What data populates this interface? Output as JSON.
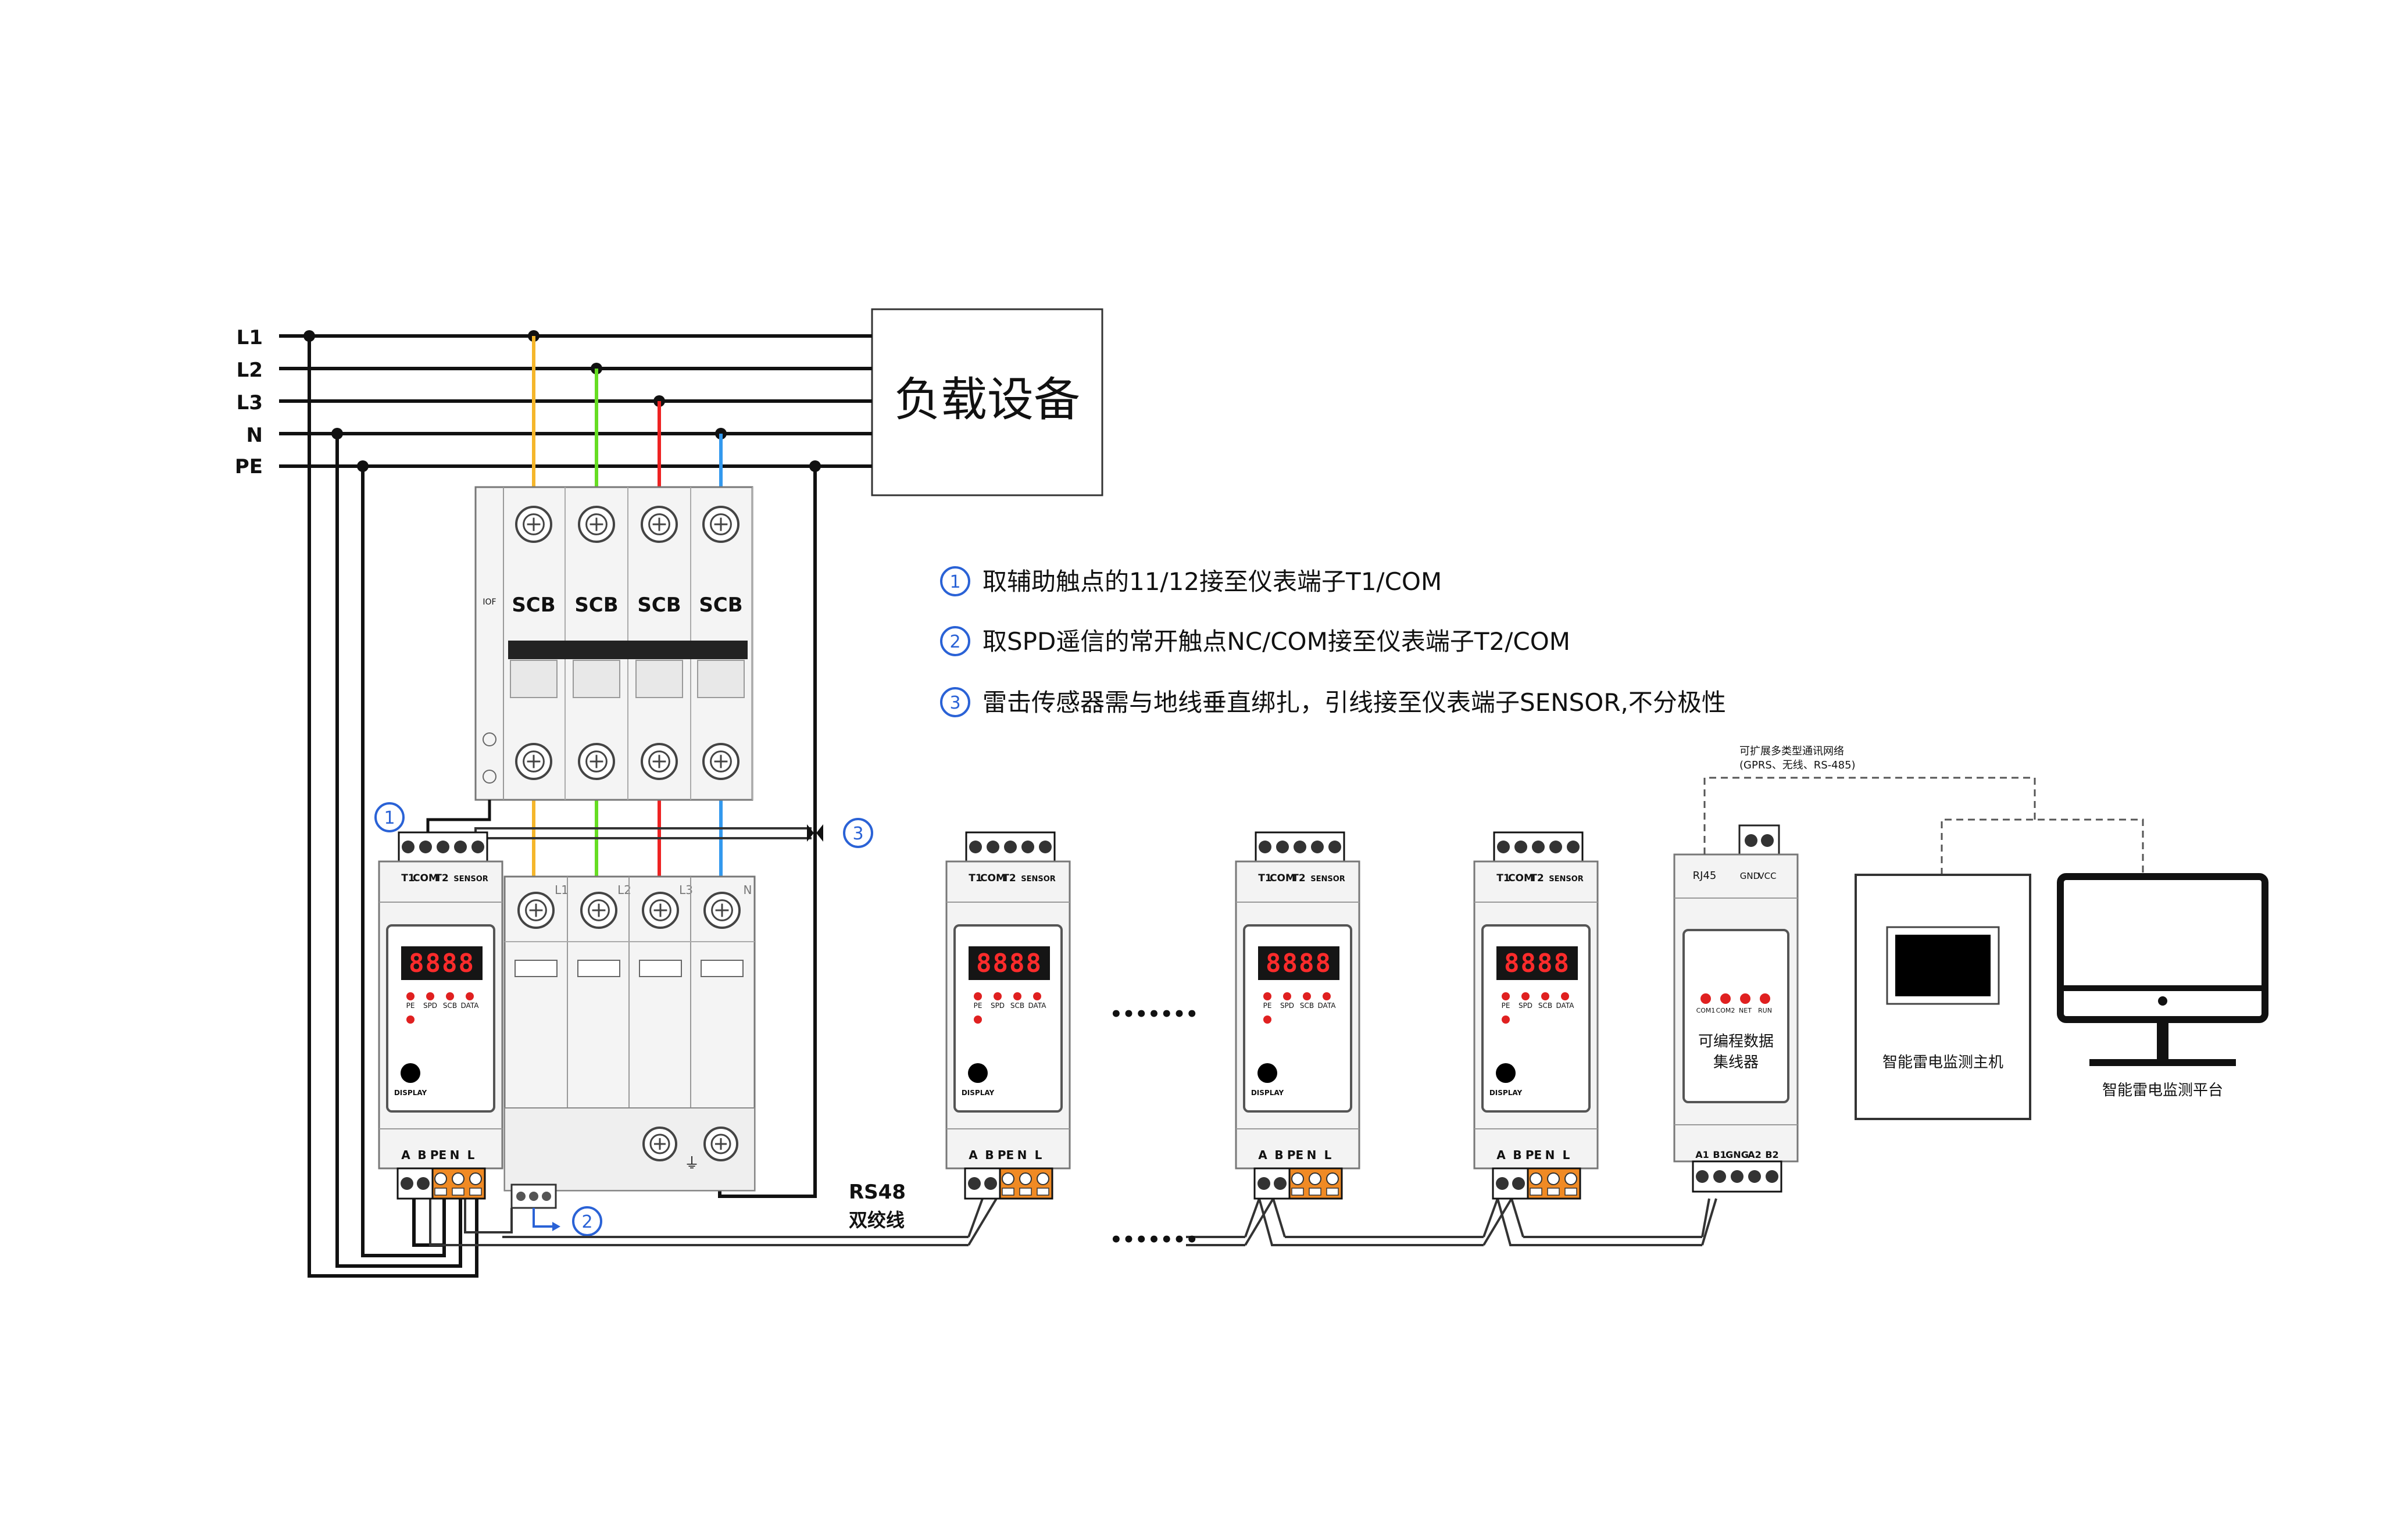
{
  "bus": {
    "labels": [
      "L1",
      "L2",
      "L3",
      "N",
      "PE"
    ],
    "colors": [
      "#f5b62b",
      "#66dd22",
      "#ee2222",
      "#3399ee"
    ]
  },
  "load": {
    "label": "负载设备"
  },
  "notes": [
    {
      "num": "1",
      "text": "取辅助触点的11/12接至仪表端子T1/COM"
    },
    {
      "num": "2",
      "text": "取SPD遥信的常开触点NC/COM接至仪表端子T2/COM"
    },
    {
      "num": "3",
      "text": "雷击传感器需与地线垂直绑扎，引线接至仪表端子SENSOR,不分极性"
    }
  ],
  "breaker": {
    "pole_label": "SCB",
    "aux_label": "IOF"
  },
  "spd": {
    "poles": [
      "L1",
      "L2",
      "L3",
      "N"
    ]
  },
  "meter": {
    "top_terminals": [
      "T1",
      "COM",
      "T2",
      "SENSOR"
    ],
    "display": "8888",
    "leds": [
      "PE",
      "SPD",
      "SCB",
      "DATA"
    ],
    "button": "DISPLAY",
    "bottom_terminals": [
      "A",
      "B",
      "PE",
      "N",
      "L"
    ]
  },
  "rs485": {
    "line1": "RS48",
    "line2": "双绞线"
  },
  "ellipsis": "•••••••",
  "hub": {
    "top_labels": [
      "RJ45",
      "GND",
      "VCC"
    ],
    "leds": [
      "COM1",
      "COM2",
      "NET",
      "RUN"
    ],
    "title_line1": "可编程数据",
    "title_line2": "集线器",
    "bottom_terminals": [
      "A1",
      "B1",
      "GNG",
      "A2",
      "B2"
    ]
  },
  "network": {
    "line1": "可扩展多类型通讯网络",
    "line2": "(GPRS、无线、RS-485)"
  },
  "host": {
    "label": "智能雷电监测主机"
  },
  "platform": {
    "label": "智能雷电监测平台"
  },
  "colors": {
    "terminal_orange": "#f08a24",
    "note_blue": "#2a62d6",
    "led_red": "#e02020"
  }
}
